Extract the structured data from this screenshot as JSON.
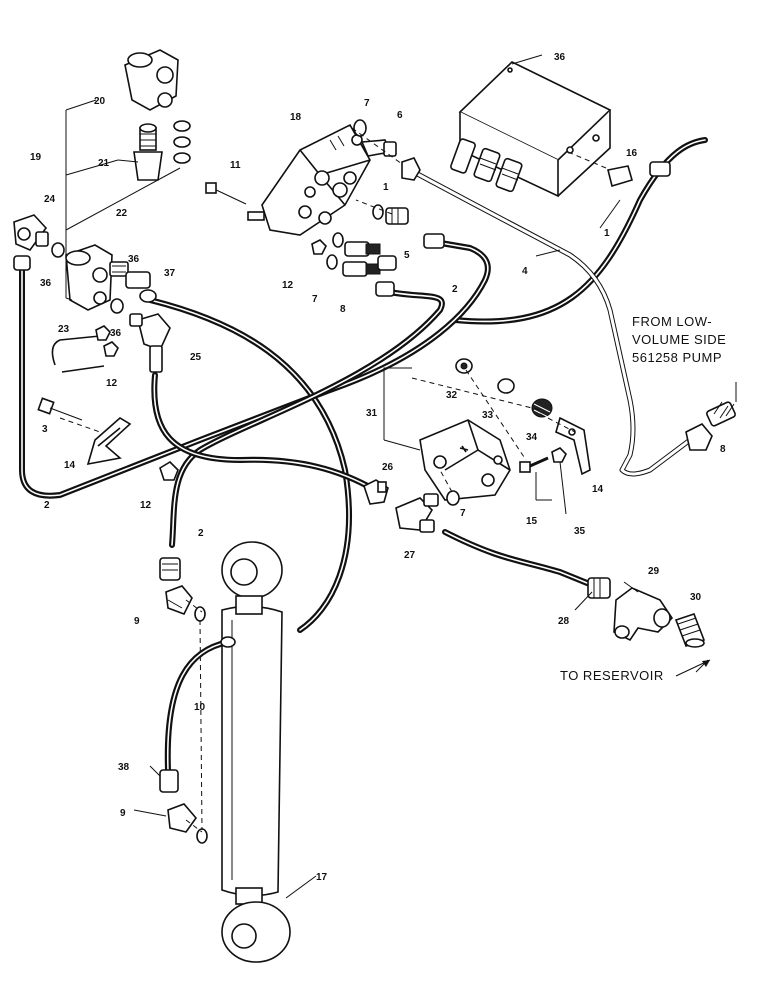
{
  "callouts": [
    {
      "id": "c1a",
      "text": "1"
    },
    {
      "id": "c1b",
      "text": "1"
    },
    {
      "id": "c2a",
      "text": "2"
    },
    {
      "id": "c2b",
      "text": "2"
    },
    {
      "id": "c2c",
      "text": "2"
    },
    {
      "id": "c3",
      "text": "3"
    },
    {
      "id": "c4",
      "text": "4"
    },
    {
      "id": "c5",
      "text": "5"
    },
    {
      "id": "c6",
      "text": "6"
    },
    {
      "id": "c7a",
      "text": "7"
    },
    {
      "id": "c7b",
      "text": "7"
    },
    {
      "id": "c7c",
      "text": "7"
    },
    {
      "id": "c8a",
      "text": "8"
    },
    {
      "id": "c8b",
      "text": "8"
    },
    {
      "id": "c9a",
      "text": "9"
    },
    {
      "id": "c9b",
      "text": "9"
    },
    {
      "id": "c10",
      "text": "10"
    },
    {
      "id": "c11",
      "text": "11"
    },
    {
      "id": "c12a",
      "text": "12"
    },
    {
      "id": "c12b",
      "text": "12"
    },
    {
      "id": "c12c",
      "text": "12"
    },
    {
      "id": "c14a",
      "text": "14"
    },
    {
      "id": "c14b",
      "text": "14"
    },
    {
      "id": "c15",
      "text": "15"
    },
    {
      "id": "c16",
      "text": "16"
    },
    {
      "id": "c17",
      "text": "17"
    },
    {
      "id": "c18",
      "text": "18"
    },
    {
      "id": "c19",
      "text": "19"
    },
    {
      "id": "c20",
      "text": "20"
    },
    {
      "id": "c21",
      "text": "21"
    },
    {
      "id": "c22",
      "text": "22"
    },
    {
      "id": "c23",
      "text": "23"
    },
    {
      "id": "c24",
      "text": "24"
    },
    {
      "id": "c25",
      "text": "25"
    },
    {
      "id": "c26",
      "text": "26"
    },
    {
      "id": "c27",
      "text": "27"
    },
    {
      "id": "c28",
      "text": "28"
    },
    {
      "id": "c29",
      "text": "29"
    },
    {
      "id": "c30",
      "text": "30"
    },
    {
      "id": "c31",
      "text": "31"
    },
    {
      "id": "c32",
      "text": "32"
    },
    {
      "id": "c33",
      "text": "33"
    },
    {
      "id": "c34",
      "text": "34"
    },
    {
      "id": "c35",
      "text": "35"
    },
    {
      "id": "c36a",
      "text": "36"
    },
    {
      "id": "c36b",
      "text": "36"
    },
    {
      "id": "c36c",
      "text": "36"
    },
    {
      "id": "c36d",
      "text": "36"
    },
    {
      "id": "c37",
      "text": "37"
    },
    {
      "id": "c38",
      "text": "38"
    }
  ],
  "notes": {
    "from_low_volume_line1": "FROM LOW-",
    "from_low_volume_line2": "VOLUME SIDE",
    "from_low_volume_line3": "561258 PUMP",
    "to_reservoir": "TO RESERVOIR"
  }
}
